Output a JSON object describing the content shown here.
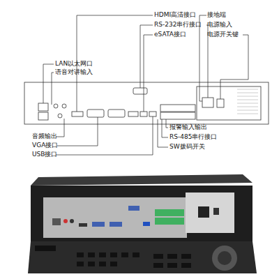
{
  "diagram": {
    "labels": [
      "LAN以太网口",
      "语音对讲输入",
      "HDMI高清接口",
      "RS-232串行接口",
      "eSATA接口",
      "接地端",
      "电源输入",
      "电源开关键",
      "音频输出",
      "VGA接口",
      "USB接口",
      "报警输入输出",
      "RS-485串行接口",
      "SW拨码开关"
    ]
  }
}
